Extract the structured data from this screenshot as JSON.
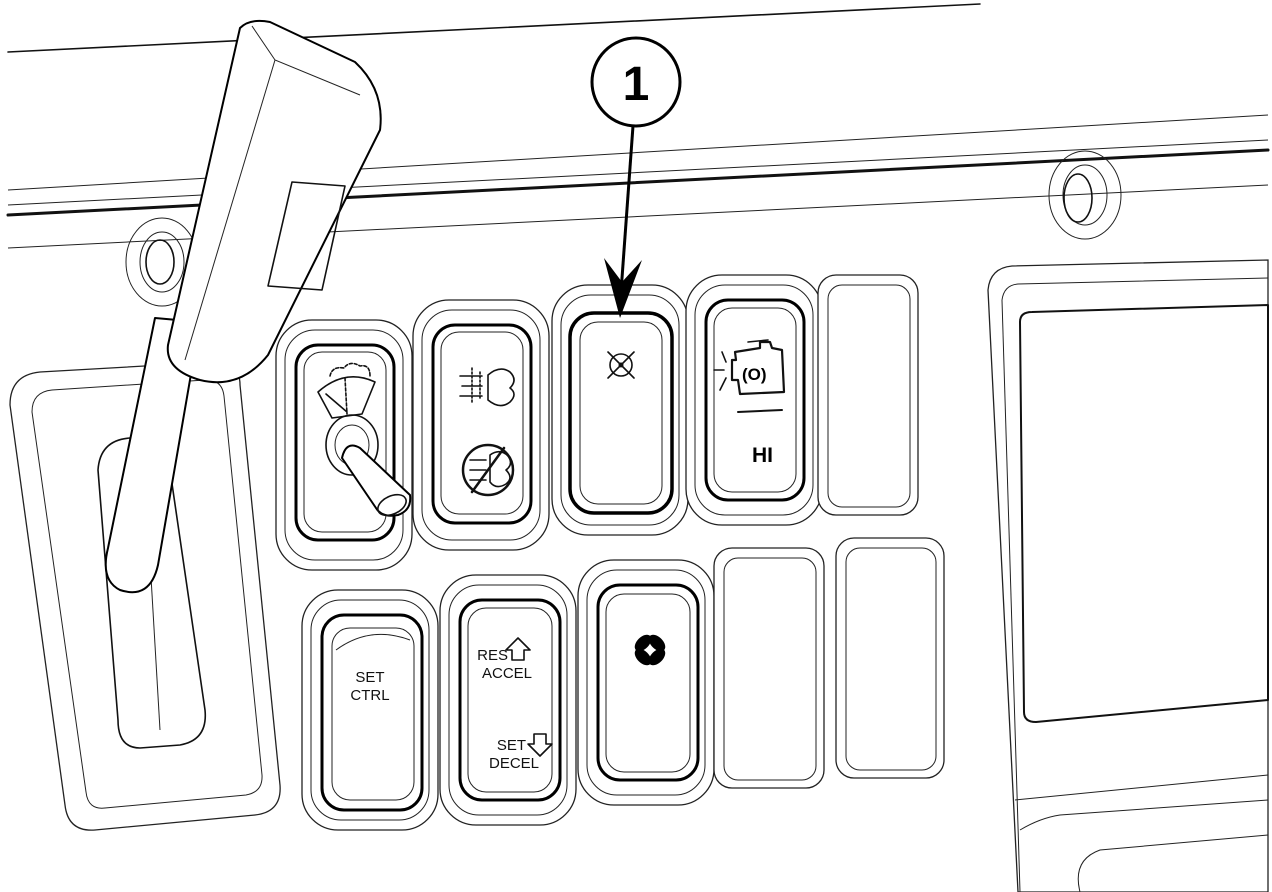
{
  "callout": {
    "number": "1"
  },
  "switches": {
    "cruise_set": {
      "line1": "SET",
      "line2": "CTRL"
    },
    "cruise_res": {
      "top1": "RES",
      "top2": "ACCEL",
      "bot1": "SET",
      "bot2": "DECEL"
    },
    "engine_fan": {
      "label": "HI"
    }
  },
  "icons": [
    "wiper-washer-icon",
    "mirror-heat-icon",
    "mirror-heat-off-icon",
    "indicator-icon",
    "engine-icon",
    "fan-icon",
    "arrow-up-icon",
    "arrow-down-icon"
  ],
  "colors": {
    "line": "#000000",
    "background": "#ffffff"
  }
}
